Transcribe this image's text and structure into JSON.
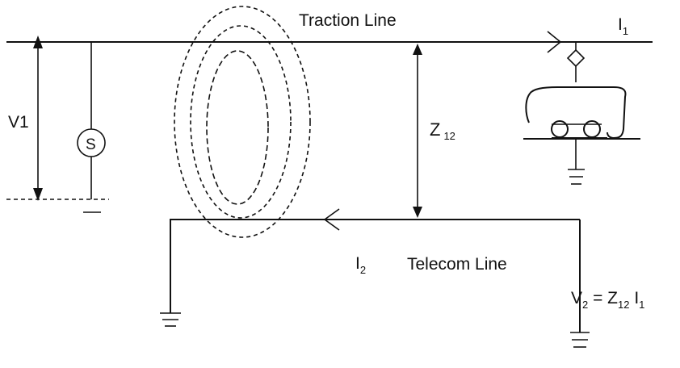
{
  "labels": {
    "traction_line": "Traction Line",
    "telecom_line": "Telecom Line",
    "v1": "V1",
    "source": "S",
    "z12_main": "Z",
    "z12_sub": "12",
    "i1_main": "I",
    "i1_sub": "1",
    "i2_main": "I",
    "i2_sub": "2",
    "eq_v": "V",
    "eq_v_sub": "2",
    "eq_equals": " = Z",
    "eq_z_sub": "12",
    "eq_i": " I",
    "eq_i_sub": "1"
  },
  "colors": {
    "ink": "#111111",
    "background": "#ffffff"
  }
}
